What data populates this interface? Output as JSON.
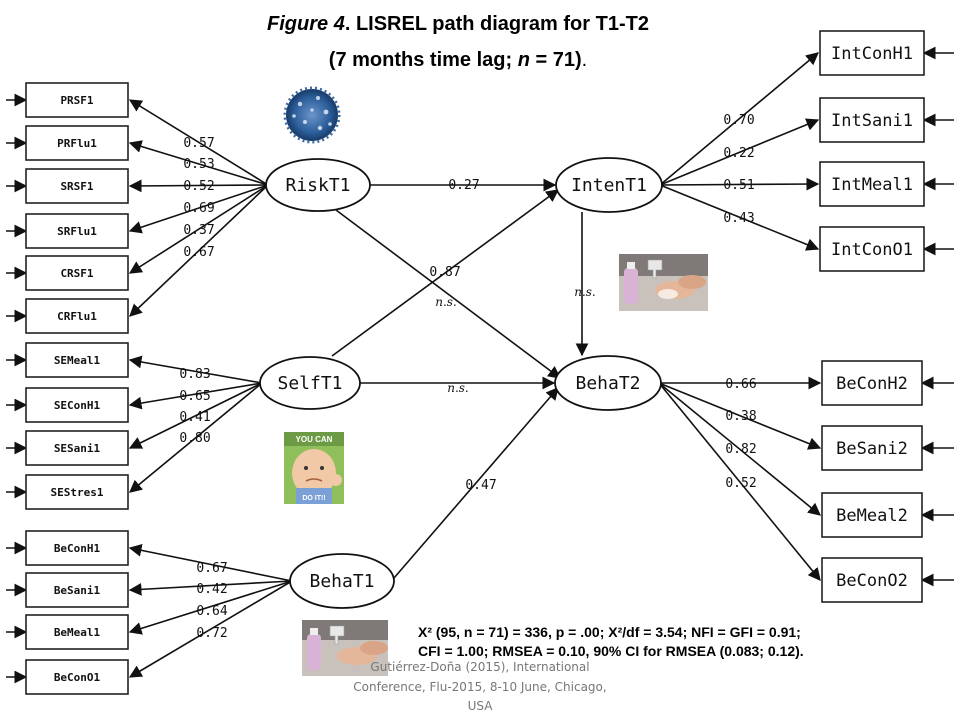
{
  "title": {
    "line1_italic": "Figure 4",
    "line1_rest": ". LISREL path diagram for T1-T2",
    "line2_pre": "(7 months time lag; ",
    "line2_n": "n",
    "line2_post": " = 71)",
    "line2_dot": "."
  },
  "left_indicators": {
    "risk": [
      "PRSF1",
      "PRFlu1",
      "SRSF1",
      "SRFlu1",
      "CRSF1",
      "CRFlu1"
    ],
    "self": [
      "SEMeal1",
      "SEConH1",
      "SESani1",
      "SEStres1"
    ],
    "beha": [
      "BeConH1",
      "BeSani1",
      "BeMeal1",
      "BeConO1"
    ]
  },
  "right_indicators": {
    "inten": [
      "IntConH1",
      "IntSani1",
      "IntMeal1",
      "IntConO1"
    ],
    "beha2": [
      "BeConH2",
      "BeSani2",
      "BeMeal2",
      "BeConO2"
    ]
  },
  "latents": {
    "risk": "RiskT1",
    "self": "SelfT1",
    "beha1": "BehaT1",
    "inten": "IntenT1",
    "beha2": "BehaT2"
  },
  "loadings": {
    "risk": [
      "0.57",
      "0.53",
      "0.52",
      "0.69",
      "0.37",
      "0.67"
    ],
    "self": [
      "0.83",
      "0.65",
      "0.41",
      "0.80"
    ],
    "beha1": [
      "0.67",
      "0.42",
      "0.64",
      "0.72"
    ],
    "inten": [
      "0.70",
      "0.22",
      "0.51",
      "0.43"
    ],
    "beha2": [
      "0.66",
      "0.38",
      "0.82",
      "0.52"
    ]
  },
  "paths": {
    "risk_inten": "0.27",
    "self_inten": "0.87",
    "risk_beha2": "n.s.",
    "self_beha2": "n.s.",
    "inten_beha2": "n.s.",
    "beha1_beha2": "0.47"
  },
  "fit": {
    "line1": "X² (95, n = 71) = 336, p = .00; X²/df = 3.54; NFI = GFI = 0.91;",
    "line2": "CFI = 1.00; RMSEA = 0.10, 90% CI for RMSEA (0.083; 0.12)."
  },
  "credit": {
    "line1": "Gutiérrez-Doña (2015), International",
    "line2": "Conference, Flu-2015, 8-10 June, Chicago,",
    "line3": "USA"
  },
  "images": {
    "virus": "influenza-virus-image",
    "handwash1": "hand-washing-photo",
    "baby": "success-baby-meme",
    "handwash2": "hand-washing-photo"
  },
  "baby_caption": {
    "top": "YOU CAN",
    "bottom": "DO IT!!"
  }
}
